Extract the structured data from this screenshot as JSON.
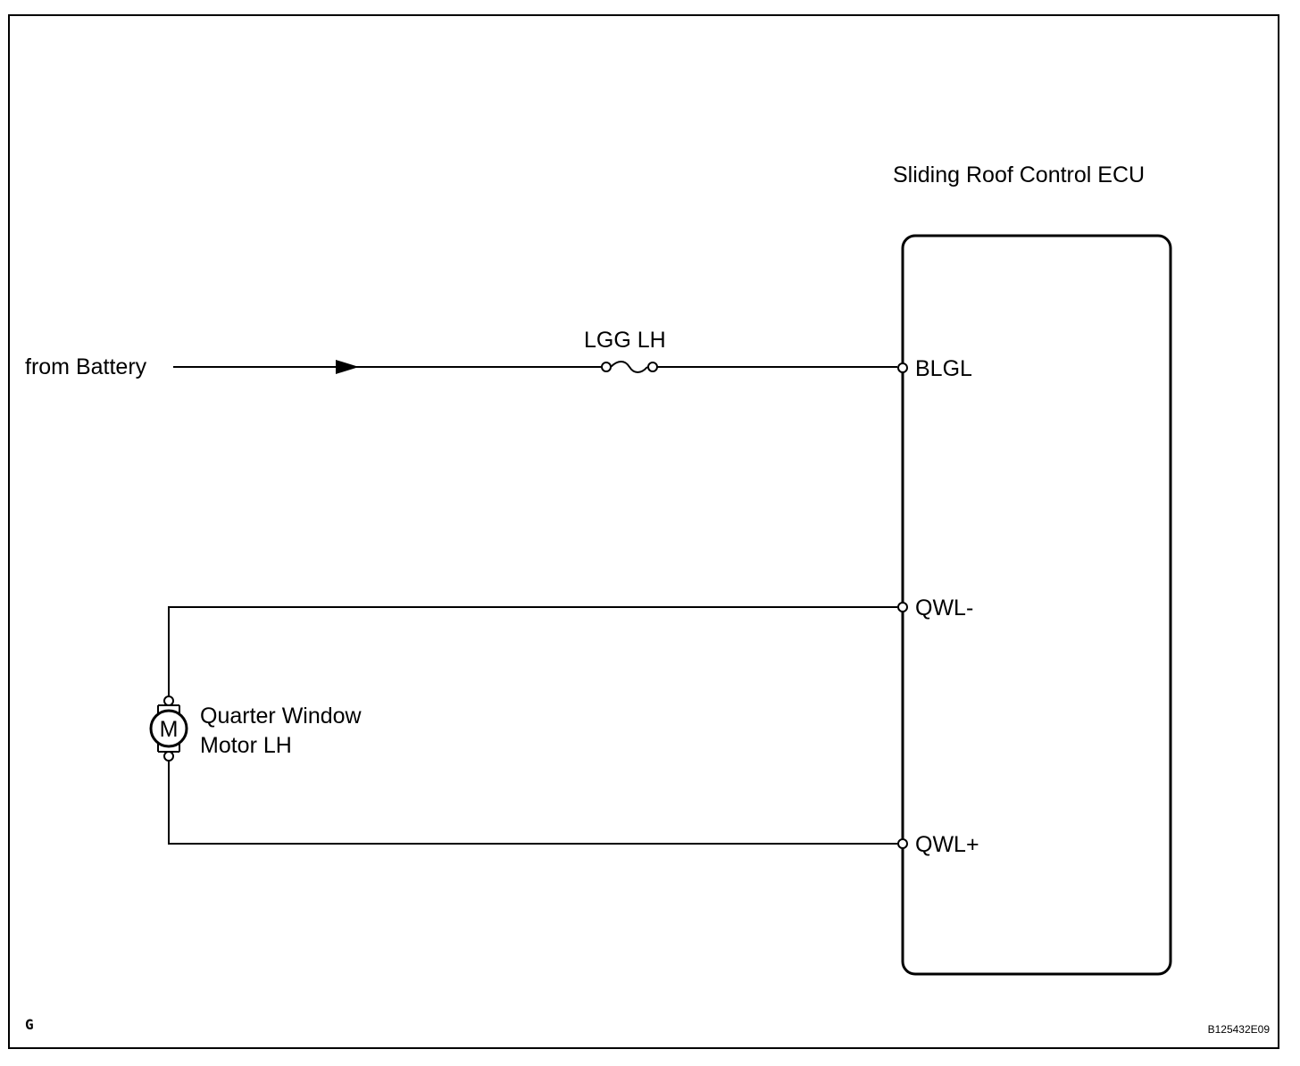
{
  "diagram": {
    "ecu": {
      "name": "Sliding Roof Control ECU",
      "terminals": [
        "BLGL",
        "QWL-",
        "QWL+"
      ]
    },
    "source": {
      "label": "from Battery"
    },
    "fuse": {
      "label": "LGG LH"
    },
    "motor": {
      "symbol": "M",
      "label_line1": "Quarter Window",
      "label_line2": "Motor LH"
    },
    "footer": {
      "corner_letter": "G",
      "figure_id": "B125432E09"
    }
  }
}
